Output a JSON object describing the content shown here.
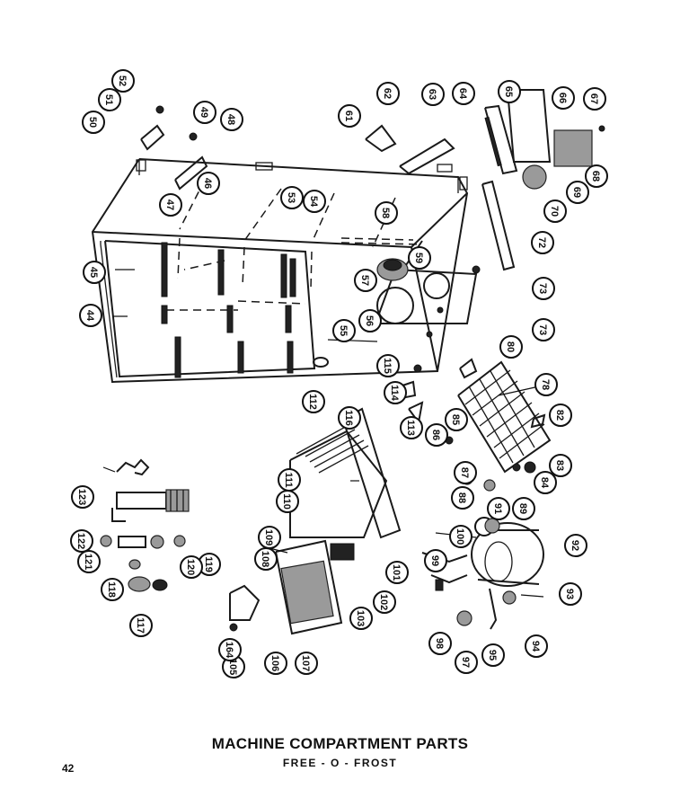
{
  "caption": {
    "title": "MACHINE COMPARTMENT PARTS",
    "subtitle": "FREE - O - FROST"
  },
  "page_number": "42",
  "callouts": [
    "44",
    "45",
    "46",
    "47",
    "48",
    "49",
    "50",
    "51",
    "52",
    "53",
    "54",
    "55",
    "56",
    "57",
    "58",
    "59",
    "61",
    "62",
    "63",
    "64",
    "65",
    "66",
    "67",
    "68",
    "69",
    "70",
    "72",
    "73",
    "73",
    "78",
    "80",
    "82",
    "83",
    "84",
    "85",
    "86",
    "87",
    "88",
    "89",
    "91",
    "92",
    "93",
    "94",
    "95",
    "97",
    "98",
    "99",
    "100",
    "101",
    "102",
    "103",
    "105",
    "106",
    "107",
    "108",
    "109",
    "110",
    "111",
    "112",
    "113",
    "114",
    "115",
    "116",
    "117",
    "118",
    "119",
    "120",
    "121",
    "122",
    "123",
    "164"
  ],
  "icons": {
    "callout_marker": "circled-number-bubble"
  }
}
